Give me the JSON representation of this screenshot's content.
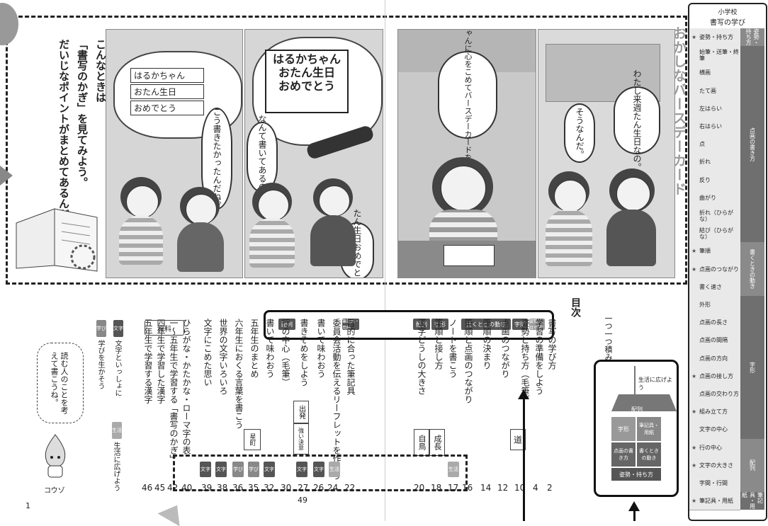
{
  "left_page": {
    "intro_lines": [
      "こんなときは",
      "「書写のかぎ」を見てみよう。",
      "だいじなポイントがまとめてあるんだ。"
    ],
    "bubbles": {
      "sign_lines": [
        "はるかちゃん",
        "おたん生日",
        "おめでとう"
      ],
      "kou": "こう書きたかったんだね。",
      "nante": "なんて書いてあるの？",
      "big_sign": [
        "はるかちゃん",
        "おたん生日",
        "おめでとう"
      ],
      "tanjobi": "たん生日おめでとう！"
    },
    "page_number": "1"
  },
  "right_page": {
    "title": "おかしなバースデーカード",
    "bubbles": {
      "harukachan": "はるかちゃんに心をこめてバースデーカードを書こう。",
      "watashi": "わたし来週たん生日なの。",
      "sounanda": "そうなんだ。"
    }
  },
  "toc": {
    "heading": "目次",
    "hitotsu": "一つ一つ積み上げていこう",
    "items": [
      {
        "label": "書写の学び方",
        "page": "2"
      },
      {
        "label": "学習の準備をしよう",
        "page": "4"
      },
      {
        "label": "姿勢と持ち方（毛筆）",
        "page": "10"
      },
      {
        "label": "点画のつながり",
        "page": "12"
      },
      {
        "label": "筆順の決まり",
        "page": "14"
      },
      {
        "label": "筆順と点画のつながり",
        "page": "16"
      },
      {
        "label": "ノートを書こう",
        "page": "17"
      },
      {
        "label": "筆順と接し方",
        "page": "18"
      },
      {
        "label": "漢字どうしの大きさ",
        "page": "20"
      },
      {
        "label": "目的に合った筆記具",
        "page": "22"
      },
      {
        "label": "委員会活動を伝えるリーフレットを作ろう",
        "page": "24"
      },
      {
        "label": "書いて味わおう",
        "page": "26"
      },
      {
        "label": "書きぞめをしよう",
        "page": "27"
      },
      {
        "label": "行の中心（毛筆）",
        "page": "30"
      },
      {
        "label": "書いて味わおう",
        "page": "32"
      },
      {
        "label": "五年生のまとめ",
        "page": "35"
      },
      {
        "label": "六年生におくる言葉を書こう",
        "page": "36"
      },
      {
        "label": "世界の文字いろいろ",
        "page": "38"
      },
      {
        "label": "文字にこめた思い",
        "page": "39"
      },
      {
        "label": "ひらがな・かたかな・ローマ字の表",
        "page": "40"
      },
      {
        "label": "一〜五年生で学習する「書写のかぎ」",
        "page": "42"
      },
      {
        "label": "四年生で学習した漢字",
        "page": "45"
      },
      {
        "label": "五年生で学習する漢字",
        "page": "46"
      }
    ],
    "center_page": "49",
    "shiryo": "資料",
    "legend": [
      {
        "tag": "文字",
        "text": "文字といっしょに"
      },
      {
        "tag": "生活",
        "text": "生活に広げよう"
      },
      {
        "tag": "学び",
        "text": "学びを生かそう"
      }
    ],
    "reader_note": "読む人のことを考えて書こうね。",
    "mascot_name": "コウゾ",
    "brush_samples": [
      "道",
      "成長",
      "自鳥",
      "出発",
      "強い決意",
      "星町"
    ],
    "small_tags": [
      "文字",
      "文字",
      "学び",
      "学び",
      "文字",
      "文字",
      "文字",
      "生活",
      "生活"
    ]
  },
  "top_bar": {
    "tags": [
      "配列",
      "筆記具・用紙",
      "配列",
      "字形",
      "書くときの動き",
      "字形",
      "姿勢・持ち方"
    ]
  },
  "pyramid": {
    "label": "生活に広げよう",
    "levels": [
      "配列",
      "字形",
      "筆記具・用紙",
      "点画の書き方",
      "書くときの動き",
      "姿勢・持ち方"
    ]
  },
  "sidebar": {
    "title": "小学校",
    "subtitle": "書写の学び",
    "rows": [
      {
        "label": "姿勢・持ち方",
        "star": true
      },
      {
        "label": "始筆・送筆・終筆",
        "star": false
      },
      {
        "label": "横画",
        "star": false
      },
      {
        "label": "たて画",
        "star": false
      },
      {
        "label": "左はらい",
        "star": false
      },
      {
        "label": "右はらい",
        "star": false
      },
      {
        "label": "点",
        "star": false
      },
      {
        "label": "折れ",
        "star": false
      },
      {
        "label": "反り",
        "star": false
      },
      {
        "label": "曲がり",
        "star": false
      },
      {
        "label": "折れ（ひらがな）",
        "star": false
      },
      {
        "label": "結び（ひらがな）",
        "star": false
      },
      {
        "label": "筆順",
        "star": true
      },
      {
        "label": "点画のつながり",
        "star": true
      },
      {
        "label": "書く速さ",
        "star": false
      },
      {
        "label": "外形",
        "star": false
      },
      {
        "label": "点画の長さ",
        "star": false
      },
      {
        "label": "点画の間隔",
        "star": false
      },
      {
        "label": "点画の方向",
        "star": false
      },
      {
        "label": "点画の接し方",
        "star": true
      },
      {
        "label": "点画の交わり方",
        "star": false
      },
      {
        "label": "組み立て方",
        "star": true
      },
      {
        "label": "文字の中心",
        "star": false
      },
      {
        "label": "行の中心",
        "star": true
      },
      {
        "label": "文字の大きさ",
        "star": true
      },
      {
        "label": "字間・行間",
        "star": false
      },
      {
        "label": "筆記具・用紙",
        "star": true
      }
    ],
    "categories": [
      "姿勢・持ち方",
      "点画の書き方",
      "書くときの動き",
      "字形",
      "配列",
      "筆記具・用紙"
    ]
  }
}
